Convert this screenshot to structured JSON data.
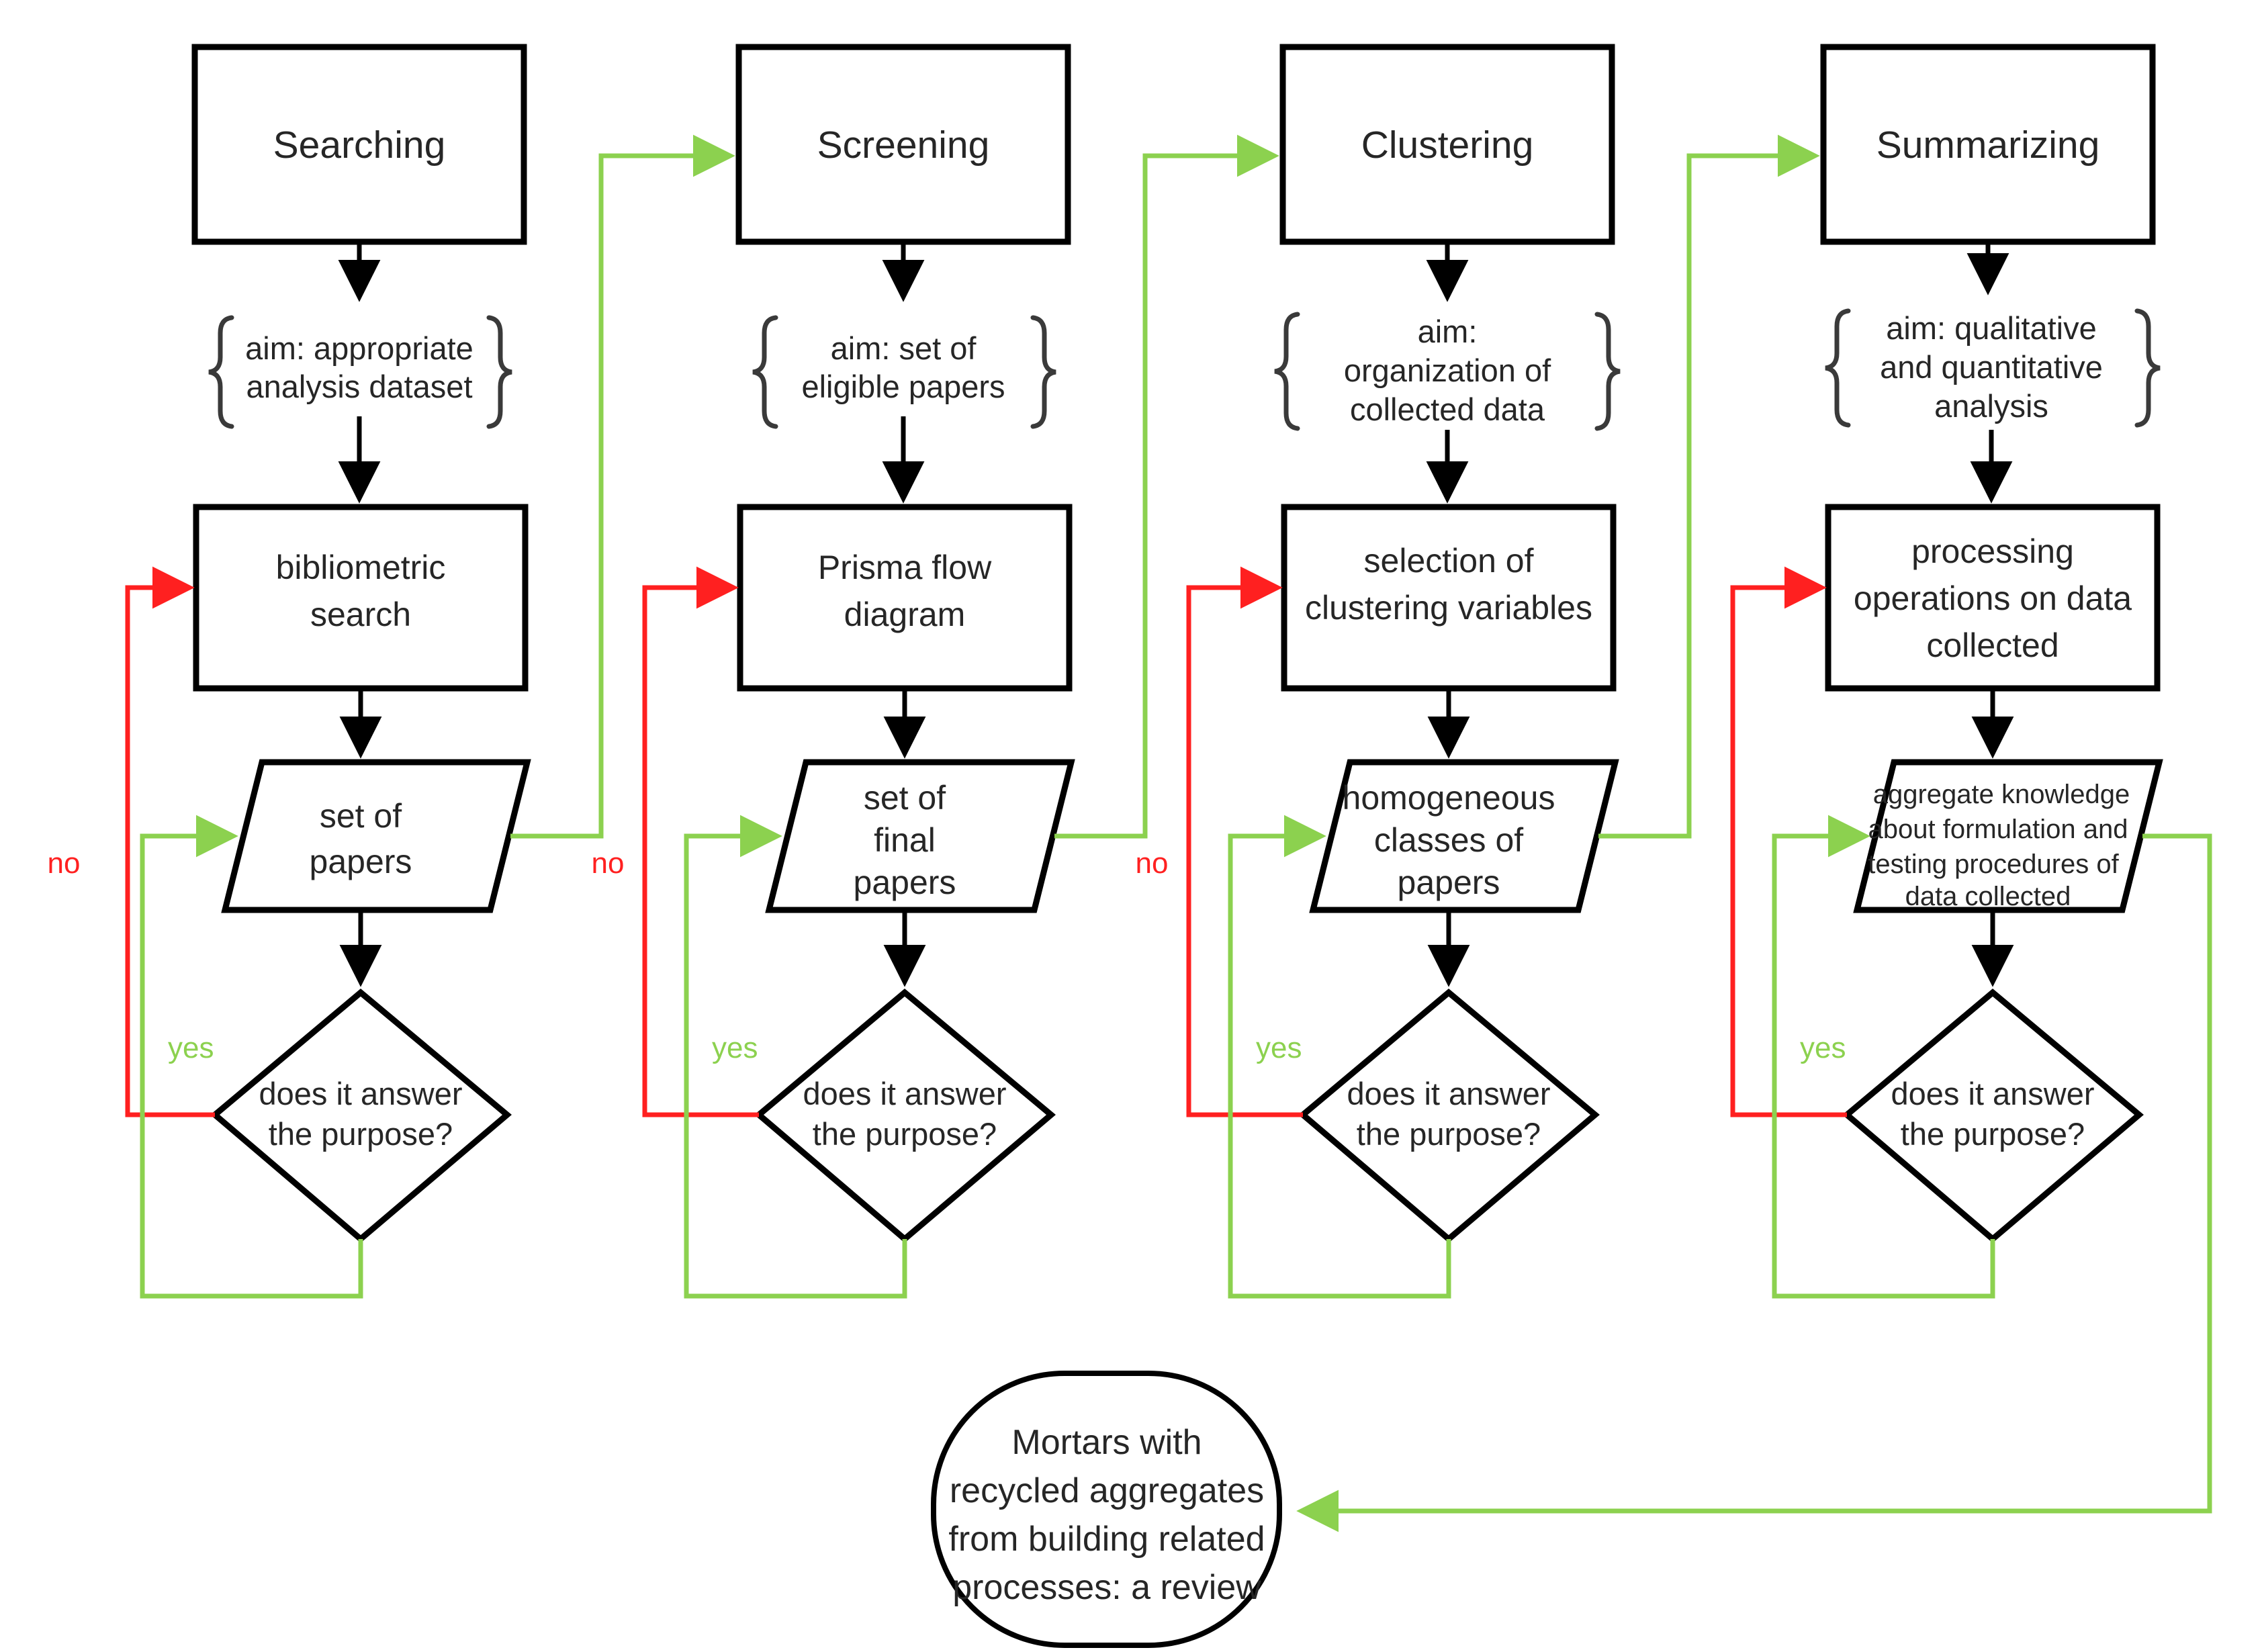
{
  "diagram": {
    "title": "Review methodology flowchart",
    "colors": {
      "flow_green": "#8CD14F",
      "flow_red": "#FF2020",
      "shape_stroke": "#000000",
      "text": "#262626",
      "background": "#FFFFFF"
    },
    "edge_labels": {
      "no": "no",
      "yes": "yes"
    },
    "columns": [
      {
        "header": "Searching",
        "aim": [
          "aim: appropriate",
          "analysis dataset"
        ],
        "process": [
          "bibliometric",
          "search"
        ],
        "data": [
          "set of",
          "papers"
        ],
        "decision": [
          "does it answer",
          "the purpose?"
        ],
        "no_label": "no",
        "yes_label": "yes"
      },
      {
        "header": "Screening",
        "aim": [
          "aim: set of",
          "eligible papers"
        ],
        "process": [
          "Prisma flow",
          "diagram"
        ],
        "data": [
          "set of",
          "final",
          "papers"
        ],
        "decision": [
          "does it answer",
          "the purpose?"
        ],
        "no_label": "no",
        "yes_label": "yes"
      },
      {
        "header": "Clustering",
        "aim": [
          "aim:",
          "organization of",
          "collected data"
        ],
        "process": [
          "selection of",
          "clustering variables"
        ],
        "data": [
          "homogeneous",
          "classes of",
          "papers"
        ],
        "decision": [
          "does it answer",
          "the purpose?"
        ],
        "no_label": "no",
        "yes_label": "yes"
      },
      {
        "header": "Summarizing",
        "aim": [
          "aim: qualitative",
          "and quantitative",
          "analysis"
        ],
        "process": [
          "processing",
          "operations on data",
          "collected"
        ],
        "data": [
          "aggregate knowledge",
          "about formulation and",
          "testing procedures of",
          "data collected"
        ],
        "decision": [
          "does it answer",
          "the purpose?"
        ],
        "no_label": "no",
        "yes_label": "yes"
      }
    ],
    "outcome": [
      "Mortars with",
      "recycled aggregates",
      "from building related",
      "processes: a review"
    ]
  }
}
